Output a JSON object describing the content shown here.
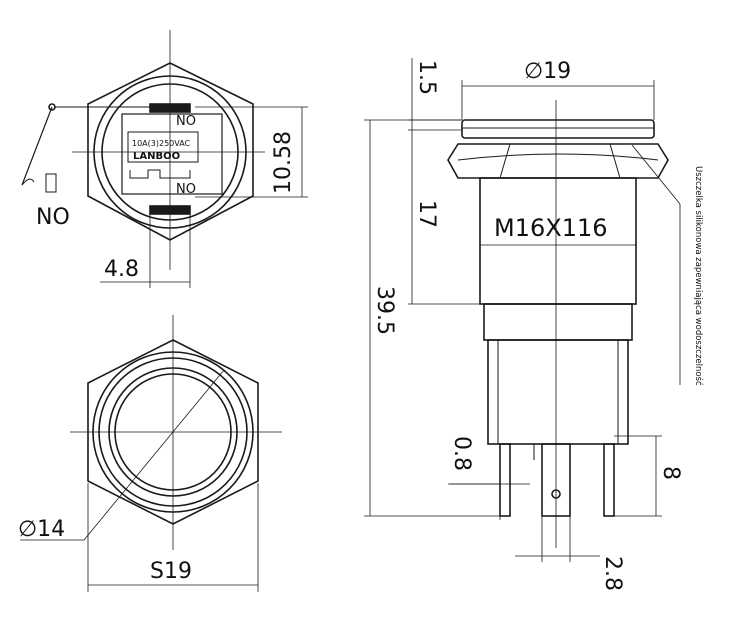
{
  "top_view": {
    "label_no_top": "NO",
    "label_no_bottom": "NO",
    "label_no_side": "NO",
    "label_rating": "10A(3)250VAC",
    "label_brand": "LANBOO",
    "dim_height": "10.58",
    "dim_pin_spacing": "4.8"
  },
  "front_view": {
    "dim_diameter": "∅14",
    "dim_width": "S19"
  },
  "side_view": {
    "dim_diameter": "∅19",
    "dim_flange": "1.5",
    "dim_thread_length": "17",
    "dim_total": "39.5",
    "thread_label": "M16X116",
    "dim_pin_thickness": "0.8",
    "dim_pin_length": "8",
    "dim_pin_width": "2.8",
    "annotation": "Uszczelka silikonowa zapewniająca wodoszczelność"
  },
  "colors": {
    "line": "#1a1a1a",
    "background": "#ffffff"
  }
}
